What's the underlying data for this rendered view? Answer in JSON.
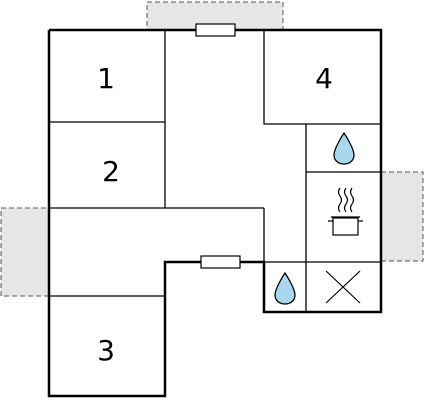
{
  "rooms": {
    "room_1": {
      "label": "1"
    },
    "room_2": {
      "label": "2"
    },
    "room_3": {
      "label": "3"
    },
    "room_4": {
      "label": "4"
    }
  },
  "icons": {
    "water_top": "water-drop-icon",
    "water_bottom": "water-drop-icon",
    "stove": "cooking-pot-icon",
    "cross": "x-mark-icon"
  },
  "colors": {
    "wall": "#000000",
    "outdoor_area": "#e6e6e6",
    "drop_fill": "#a8d8f0",
    "background": "#ffffff"
  }
}
